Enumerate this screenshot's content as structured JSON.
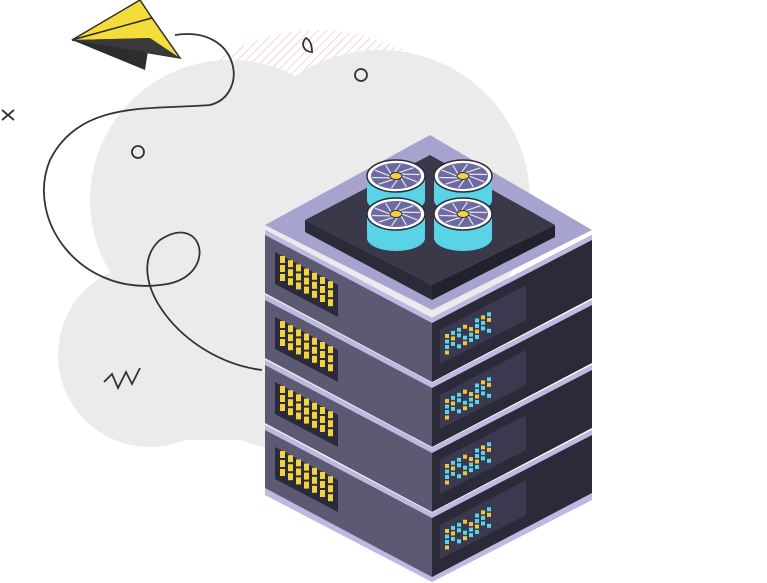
{
  "illustration": {
    "subject": "server-rack-stack",
    "icons": [
      "paper-plane-icon",
      "cloud-icon",
      "server-rack-icon",
      "cooling-fan-icon",
      "cross-mark-icon",
      "zigzag-icon",
      "circle-icon",
      "leaf-icon"
    ],
    "rack": {
      "units": 4,
      "fans": 4
    },
    "colors": {
      "background": "#ffffff",
      "cloud": "#ebebeb",
      "hatch": "#f4d6d6",
      "rack_top": "#a7a3cf",
      "rack_side": "#5c5a73",
      "rack_front": "#2b2a38",
      "rack_panel": "#3a3950",
      "rack_edge": "#bdb9e2",
      "lid": "#39394a",
      "fan_cyan": "#5ad3e6",
      "fan_blade": "#6d6aa0",
      "vent_yellow": "#f3d33b",
      "led_cyan": "#55d6ea",
      "led_yellow": "#f3c53b",
      "plane_yellow": "#f4dd3b",
      "plane_dark": "#2d2d2d",
      "line": "#333333"
    }
  }
}
